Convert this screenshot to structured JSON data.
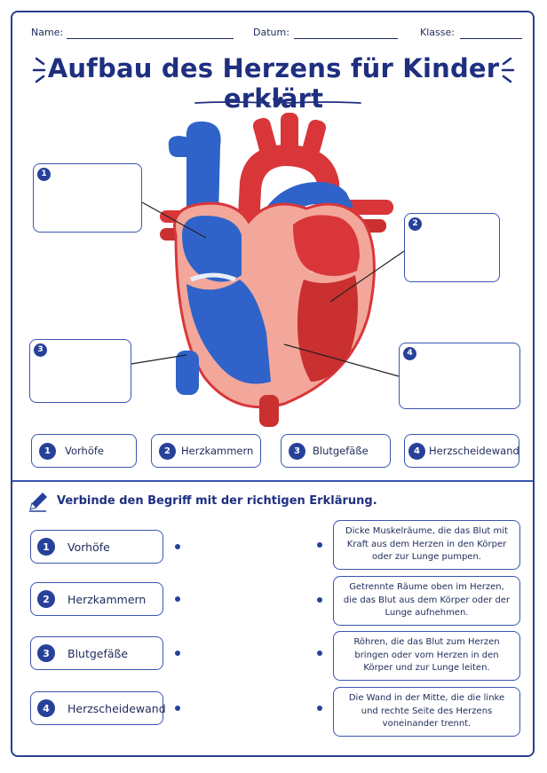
{
  "header": {
    "name_label": "Name:",
    "date_label": "Datum:",
    "class_label": "Klasse:"
  },
  "title": "Aufbau des Herzens für Kinder erklärt",
  "diagram": {
    "labels": [
      {
        "number": "1"
      },
      {
        "number": "2"
      },
      {
        "number": "3"
      },
      {
        "number": "4"
      }
    ]
  },
  "word_bank": [
    {
      "number": "1",
      "term": "Vorhöfe"
    },
    {
      "number": "2",
      "term": "Herzkammern"
    },
    {
      "number": "3",
      "term": "Blutgefäße"
    },
    {
      "number": "4",
      "term": "Herzscheidewand"
    }
  ],
  "exercise": {
    "instruction": "Verbinde den Begriff mit der richtigen Erklärung.",
    "terms": [
      {
        "number": "1",
        "term": "Vorhöfe"
      },
      {
        "number": "2",
        "term": "Herzkammern"
      },
      {
        "number": "3",
        "term": "Blutgefäße"
      },
      {
        "number": "4",
        "term": "Herzscheidewand"
      }
    ],
    "definitions": [
      "Dicke Muskelräume, die das Blut mit Kraft aus dem Herzen in den Körper oder zur Lunge pumpen.",
      "Getrennte Räume oben im Herzen, die das Blut aus dem Körper oder der Lunge aufnehmen.",
      "Röhren, die das Blut zum Herzen bringen oder vom Herzen in den Körper und zur Lunge leiten.",
      "Die Wand in der Mitte, die die linke und rechte Seite des Herzens voneinander trennt."
    ]
  },
  "colors": {
    "accent": "#27419a",
    "vein_blue": "#2f63c9",
    "artery_red": "#d9363a",
    "muscle_pink": "#f2a79a"
  }
}
